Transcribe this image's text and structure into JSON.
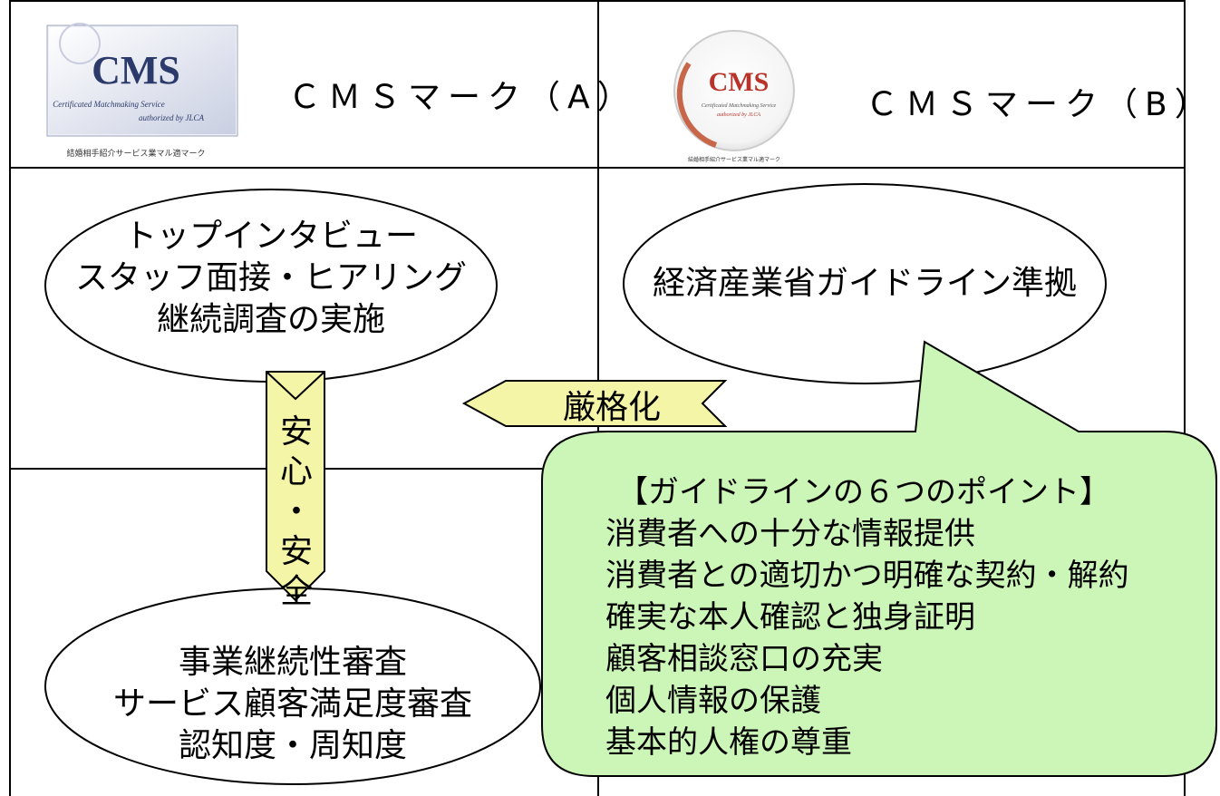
{
  "marks": {
    "a": {
      "label": "ＣＭＳマーク（A）",
      "logo_text": "CMS",
      "logo_sub": "Certificated Matchmaking Service",
      "logo_by": "authorized by JLCA",
      "logo_caption": "結婚相手紹介サービス業マル適マーク"
    },
    "b": {
      "label": "ＣＭＳマーク（B）",
      "logo_text": "CMS",
      "logo_sub": "Certificated Matchmaking Service",
      "logo_by": "authorized by JLCA",
      "logo_caption": "結婚相手紹介サービス業マル適マーク"
    }
  },
  "ellipses": {
    "audit": [
      "トップインタビュー",
      "スタッフ面接・ヒアリング",
      "継続調査の実施"
    ],
    "guideline": [
      "経済産業省ガイドライン準拠"
    ],
    "review": [
      "事業継続性審査",
      "サービス顧客満足度審査",
      "認知度・周知度"
    ]
  },
  "arrows": {
    "strict": "厳格化",
    "safety": [
      "安",
      "心",
      "・",
      "安",
      "全"
    ]
  },
  "callout": {
    "title": "【ガイドラインの６つのポイント】",
    "points": [
      "消費者への十分な情報提供",
      "消費者との適切かつ明確な契約・解約",
      "確実な本人確認と独身証明",
      "顧客相談窓口の充実",
      "個人情報の保護",
      "基本的人権の尊重"
    ]
  },
  "colors": {
    "arrow_fill": "#f5f5a8",
    "callout_fill": "#ccf5b8",
    "logo_navy": "#2b3a6b",
    "logo_red": "#b8342a"
  }
}
